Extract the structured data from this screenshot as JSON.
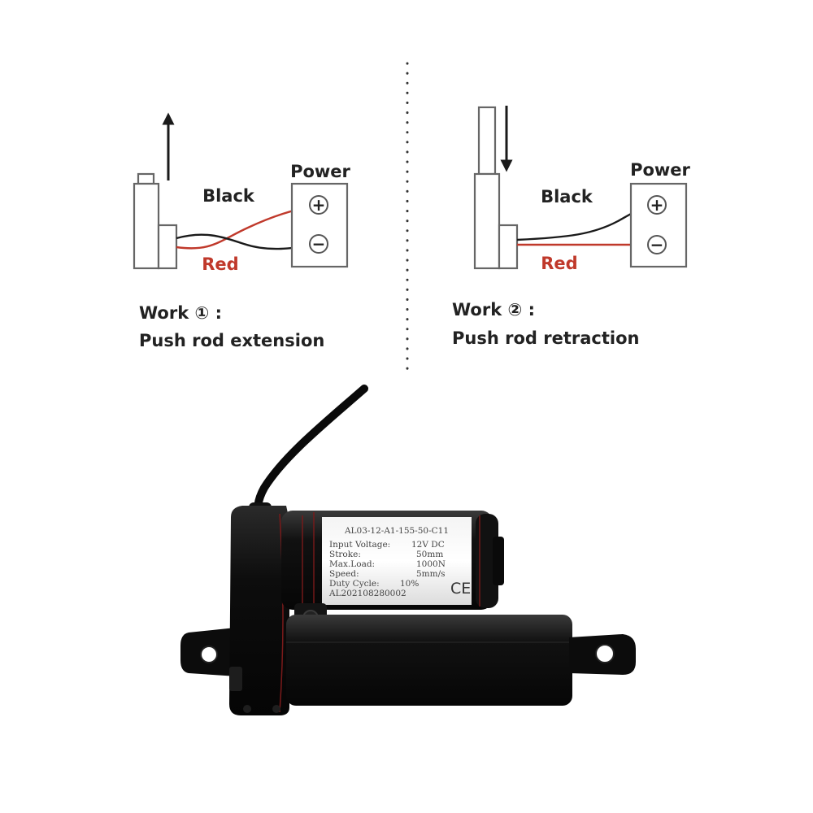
{
  "colors": {
    "ink": "#555555",
    "red_wire": "#c0392b",
    "black_wire": "#1a1a1a",
    "label_text": "#222222"
  },
  "left_panel": {
    "power_label": "Power",
    "black_label": "Black",
    "red_label": "Red",
    "plus_symbol": "+",
    "minus_symbol": "−",
    "arrow_direction": "up",
    "work_label": "Work ① :",
    "description": "Push rod extension"
  },
  "right_panel": {
    "power_label": "Power",
    "black_label": "Black",
    "red_label": "Red",
    "plus_symbol": "+",
    "minus_symbol": "−",
    "arrow_direction": "down",
    "work_label": "Work ② :",
    "description": "Push rod retraction"
  },
  "actuator_label": {
    "model": "AL03-12-A1-155-50-C11",
    "rows": [
      {
        "key": "Input Voltage:",
        "value": "12V DC"
      },
      {
        "key": "Stroke:",
        "value": "50mm"
      },
      {
        "key": "Max.Load:",
        "value": "1000N"
      },
      {
        "key": "Speed:",
        "value": "5mm/s"
      },
      {
        "key": "Duty Cycle:",
        "value": "10%"
      }
    ],
    "serial": "AL202108280002",
    "ce_mark": "CE"
  }
}
